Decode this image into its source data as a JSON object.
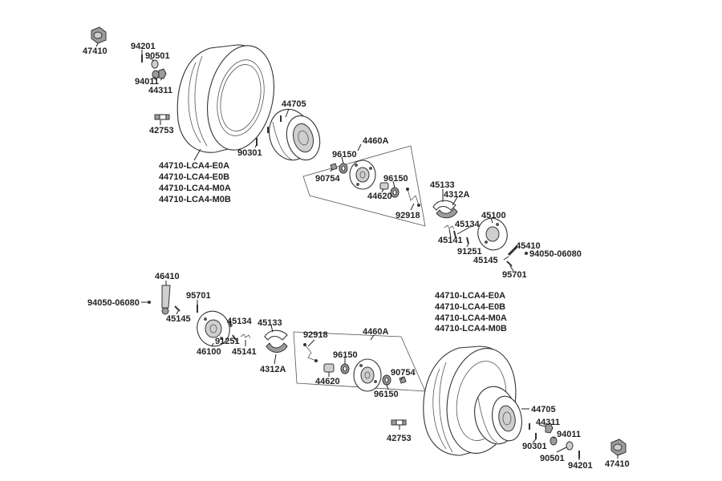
{
  "labels": {
    "nut_top": "47410",
    "pin_top": "94201",
    "washer_top": "90501",
    "washer2_top": "94011",
    "nut2_top": "44311",
    "valve_top": "42753",
    "tire_top_a": "44710-LCA4-E0A",
    "tire_top_b": "44710-LCA4-E0B",
    "tire_top_c": "44710-LCA4-M0A",
    "tire_top_d": "44710-LCA4-M0B",
    "rim_top": "44705",
    "bolt_top": "90301",
    "hub_top": "4460A",
    "bearing_top_1": "96150",
    "seal_top": "90754",
    "bearing_top_2": "96150",
    "collar_top": "44620",
    "cable_top": "92918",
    "shoe_top": "45133",
    "panel_top": "4312A",
    "cam_top": "45134",
    "drum_plate_top": "45100",
    "spring_top": "45141",
    "screw_top": "91251",
    "arm_top": "45410",
    "bolt2_top": "94050-06080",
    "pin2_top": "45145",
    "clip_top": "95701",
    "arm_bottom": "46410",
    "bolt2_bottom": "94050-06080",
    "clip_bottom": "95701",
    "pin2_bottom": "45145",
    "cam_bottom": "45134",
    "screw_bottom": "91251",
    "plate_bottom": "46100",
    "spring_bottom": "45141",
    "shoe_bottom": "45133",
    "panel_bottom": "4312A",
    "cable_bottom": "92918",
    "hub_bottom": "4460A",
    "bearing_bottom_1": "96150",
    "collar_bottom": "44620",
    "seal_bottom": "90754",
    "bearing_bottom_2": "96150",
    "tire_bottom_a": "44710-LCA4-E0A",
    "tire_bottom_b": "44710-LCA4-E0B",
    "tire_bottom_c": "44710-LCA4-M0A",
    "tire_bottom_d": "44710-LCA4-M0B",
    "rim_bottom": "44705",
    "nut2_bottom": "44311",
    "washer2_bottom": "94011",
    "bolt_bottom": "90301",
    "washer_bottom": "90501",
    "pin_bottom": "94201",
    "nut_bottom": "47410",
    "valve_bottom": "42753"
  }
}
